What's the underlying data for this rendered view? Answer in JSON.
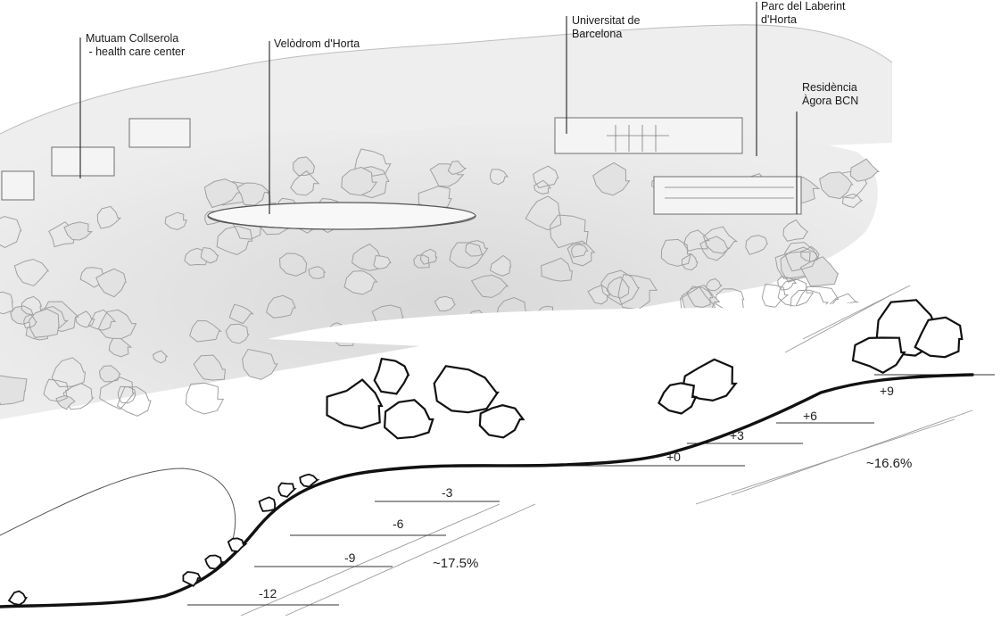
{
  "landmarks": {
    "mutuam": {
      "line1": "Mutuam Collserola",
      "line2": " - health care center"
    },
    "velodrom": {
      "line1": "Velòdrom d'Horta"
    },
    "universitat": {
      "line1": "Universitat de",
      "line2": "Barcelona"
    },
    "laberint": {
      "line1": "Parc del Laberint",
      "line2": "d'Horta"
    },
    "residencia": {
      "line1": "Residència",
      "line2": "Àgora BCN"
    }
  },
  "levels": {
    "plus9": "+9",
    "plus6": "+6",
    "plus3": "+3",
    "zero": "+0",
    "minus3": "-3",
    "minus6": "-6",
    "minus9": "-9",
    "minus12": "-12"
  },
  "slopes": {
    "upper": "~16.6%",
    "lower": "~17.5%"
  },
  "colors": {
    "ink": "#1a1a1a",
    "pencil": "#8c8c8c",
    "shade": "#c9c9c9",
    "paper": "#ffffff"
  }
}
